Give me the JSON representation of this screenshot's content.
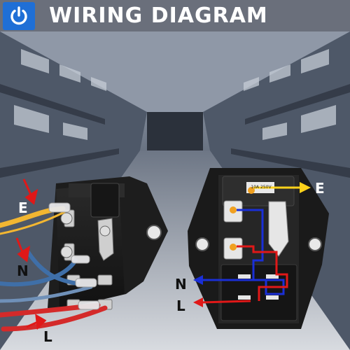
{
  "header": {
    "title": "WIRING DIAGRAM",
    "icon": "power-icon",
    "badge_color": "#1f6fd6",
    "bar_color": "#6a6f7b"
  },
  "left_module": {
    "labels": {
      "earth": "E",
      "neutral": "N",
      "live": "L"
    }
  },
  "right_module": {
    "rating_text": "10A 250V",
    "labels": {
      "earth": "E",
      "neutral": "N",
      "live": "L"
    }
  },
  "wire_colors": {
    "earth": "#f2b631",
    "neutral": "#3f6fa8",
    "live": "#d42a2a",
    "diagram_earth": "#ffd21a",
    "diagram_neutral": "#1a2fd6",
    "diagram_live": "#e01818",
    "arrow": "#e01818"
  }
}
